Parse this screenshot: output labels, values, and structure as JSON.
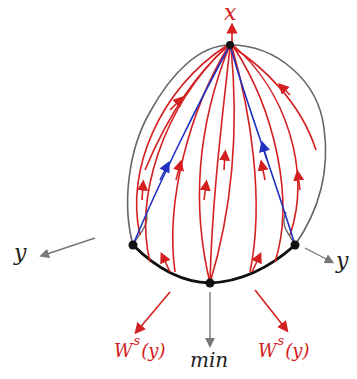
{
  "diagram": {
    "labels": [
      "x",
      "y",
      "y",
      "min",
      "W",
      "s",
      "(y)",
      "W",
      "s",
      "(y)"
    ]
  }
}
